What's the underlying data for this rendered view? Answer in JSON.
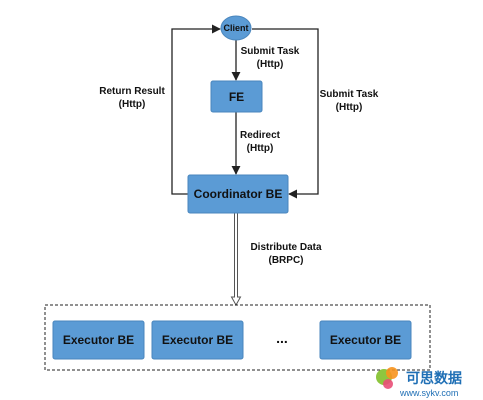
{
  "nodes": {
    "client": "Client",
    "fe": "FE",
    "coordinator": "Coordinator BE",
    "executor_1": "Executor BE",
    "executor_2": "Executor BE",
    "executor_3": "Executor BE",
    "ellipsis": "..."
  },
  "edges": {
    "client_to_fe": {
      "line1": "Submit Task",
      "line2": "(Http)"
    },
    "fe_to_coordinator": {
      "line1": "Redirect",
      "line2": "(Http)"
    },
    "coordinator_to_client_left": {
      "line1": "Return Result",
      "line2": "(Http)"
    },
    "client_to_coordinator_right": {
      "line1": "Submit Task",
      "line2": "(Http)"
    },
    "coordinator_to_executors": {
      "line1": "Distribute Data",
      "line2": "(BRPC)"
    }
  },
  "colors": {
    "node_fill": "#5b9bd5",
    "node_stroke": "#4a86bd",
    "line": "#222222"
  },
  "watermark": {
    "brand": "可思数据",
    "url": "www.sykv.com"
  }
}
